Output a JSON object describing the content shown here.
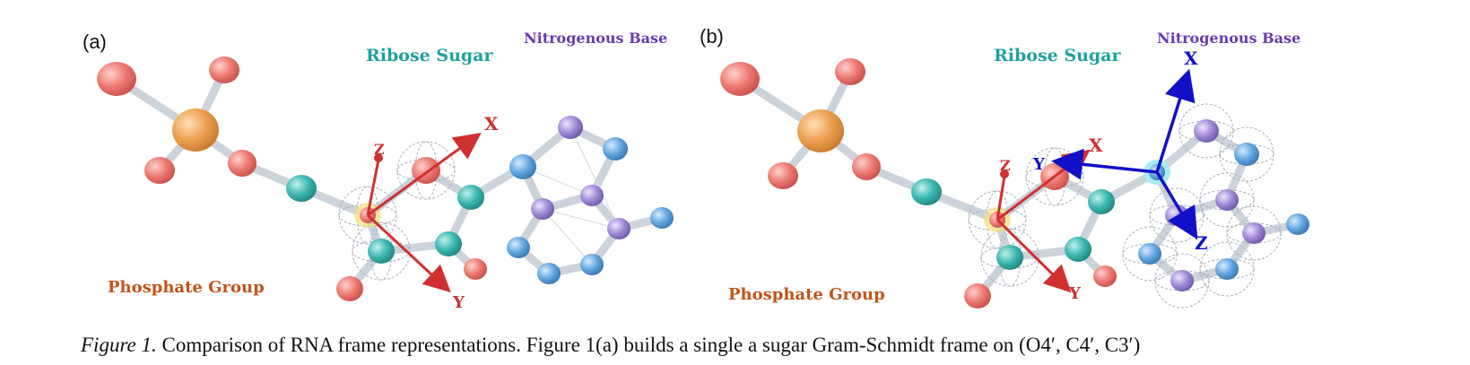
{
  "panels": [
    {
      "id": "a",
      "label": "(a)",
      "groups": {
        "phosphate": "Phosphate Group",
        "sugar": "Ribose Sugar",
        "base": "Nitrogenous Base"
      },
      "axes": {
        "x": "X",
        "y": "Y",
        "z": "Z"
      }
    },
    {
      "id": "b",
      "label": "(b)",
      "groups": {
        "phosphate": "Phosphate Group",
        "sugar": "Ribose Sugar",
        "base": "Nitrogenous Base"
      },
      "axes": {
        "x": "X",
        "y": "Y",
        "z": "Z"
      },
      "base_axes": {
        "x": "X",
        "y": "Y",
        "z": "Z"
      }
    }
  ],
  "caption": {
    "title": "Figure 1.",
    "text": " Comparison of RNA frame representations. Figure 1(a) builds a single a sugar Gram-Schmidt frame on (O4′, C4′, C3′)"
  },
  "colors": {
    "phosphate_label": "#c0541c",
    "sugar_label": "#20a0a0",
    "base_label": "#6a3ab0",
    "red_axis": "#d03030",
    "blue_axis": "#1010c8",
    "oxygen": "#e8706a",
    "phosphorus": "#e89a48",
    "carbon": "#3cb8b0",
    "nitrogen_blue": "#5aa0dc",
    "nitrogen_purple": "#9a80d0"
  }
}
